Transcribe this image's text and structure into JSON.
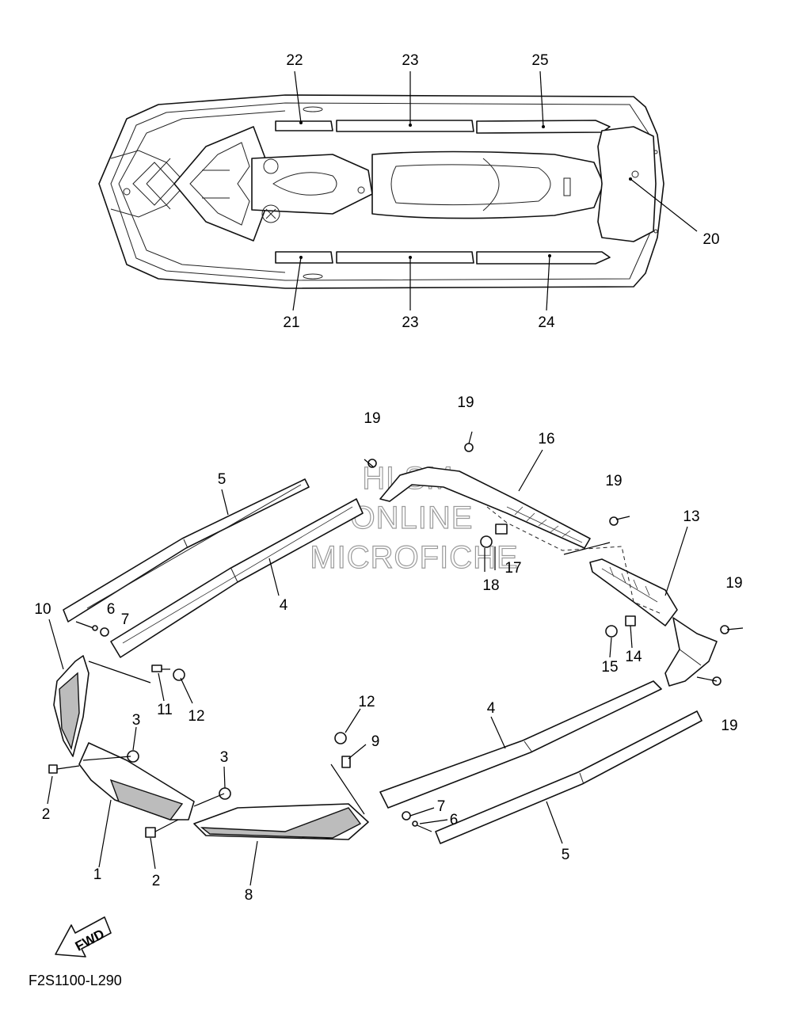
{
  "diagram_code": "F2S1100-L290",
  "fwd_label": "FWD",
  "watermark": [
    "HLSM",
    "ONLINE",
    "MICROFICHE"
  ],
  "callouts": [
    "22",
    "23",
    "25",
    "20",
    "21",
    "23",
    "24",
    "19",
    "19",
    "16",
    "19",
    "13",
    "19",
    "19",
    "5",
    "17",
    "18",
    "4",
    "10",
    "6",
    "7",
    "11",
    "12",
    "15",
    "14",
    "3",
    "12",
    "9",
    "4",
    "2",
    "3",
    "7",
    "6",
    "1",
    "2",
    "8",
    "5"
  ],
  "colors": {
    "line": "#111111",
    "watermark": "#9a9a9a",
    "background": "#ffffff"
  }
}
